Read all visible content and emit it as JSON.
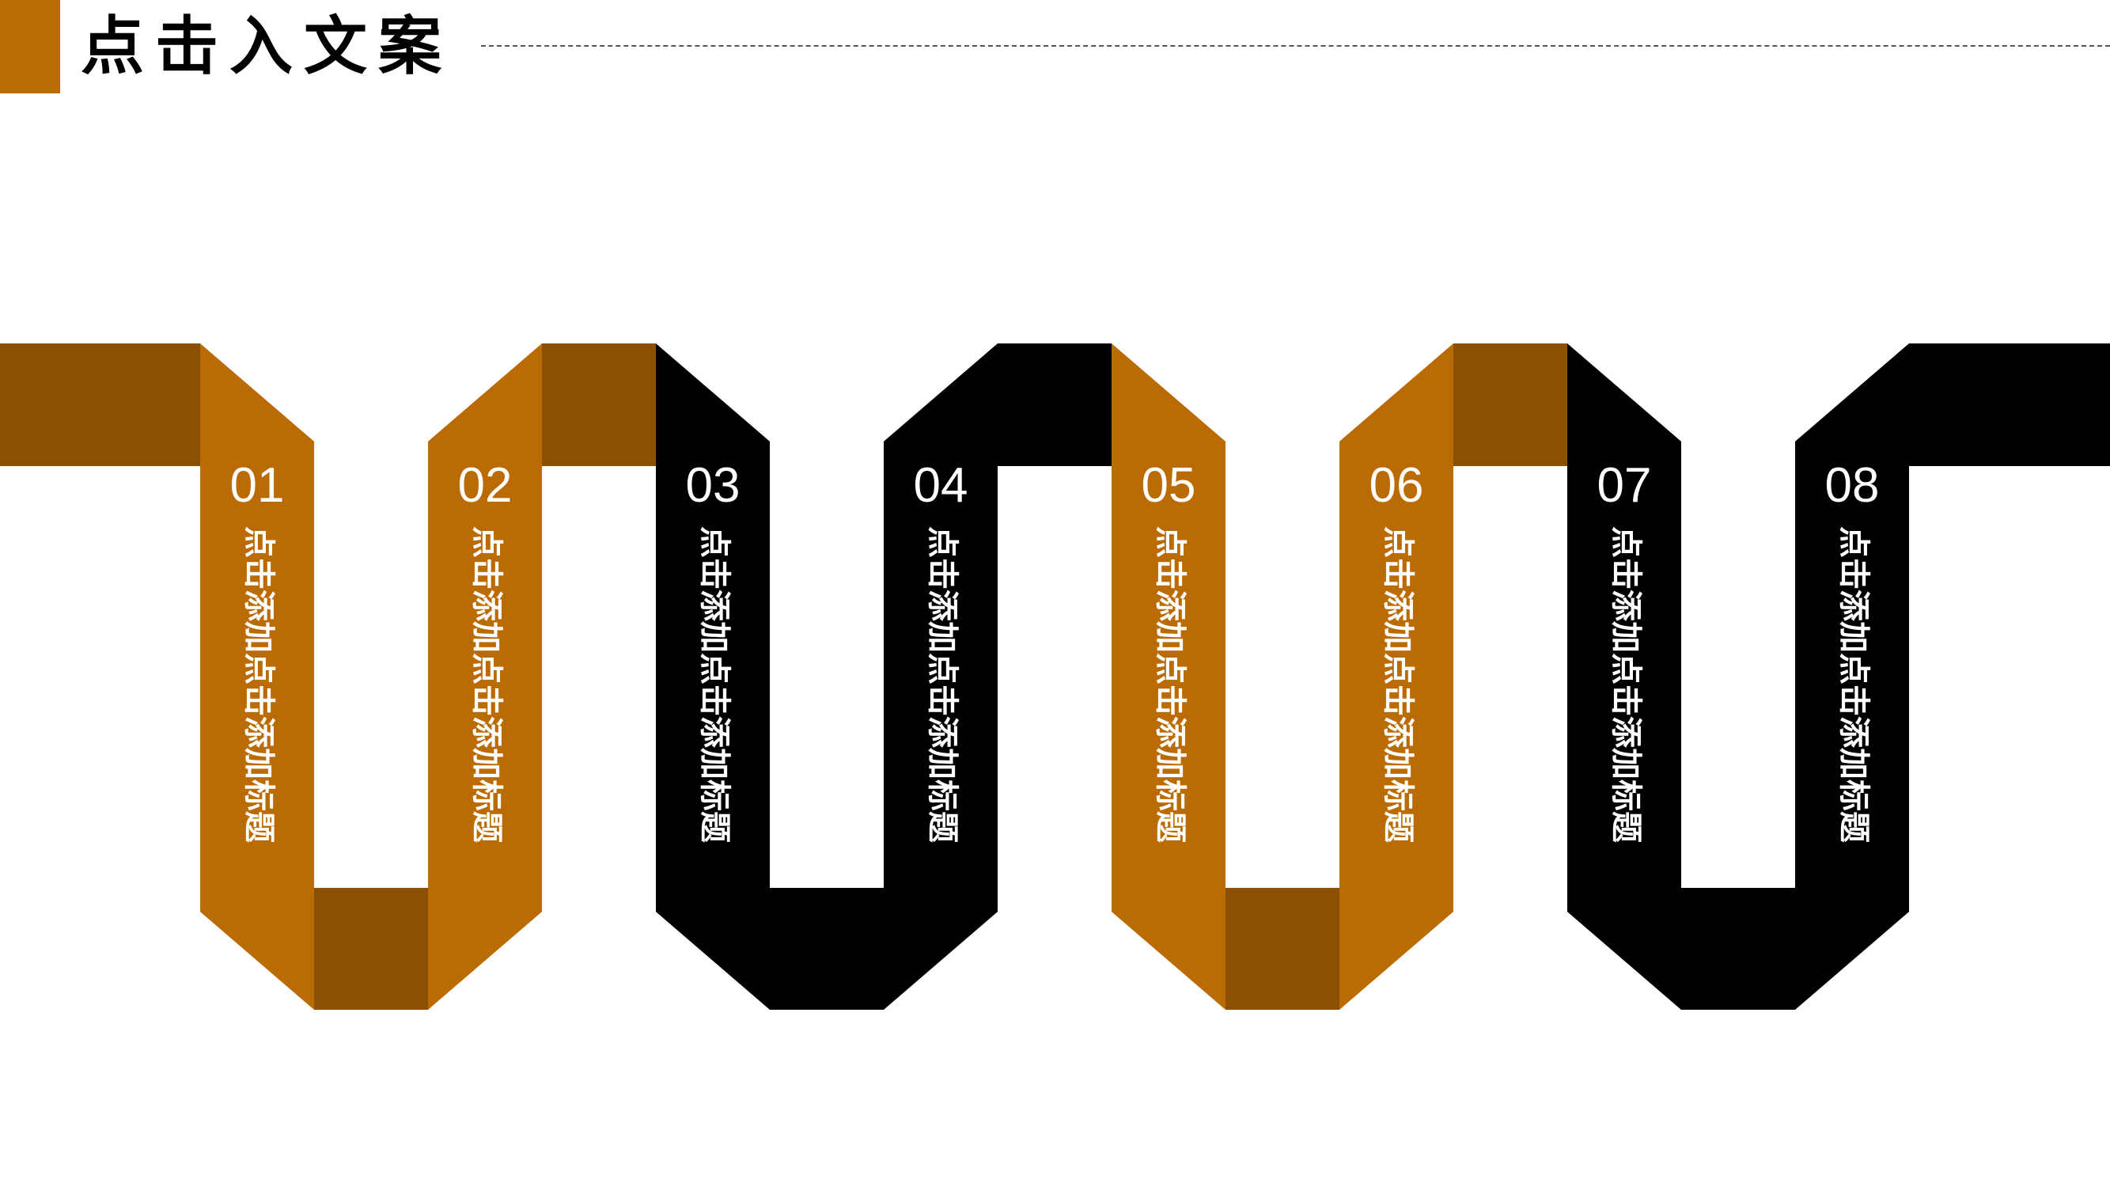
{
  "header": {
    "title": "点击入文案"
  },
  "colors": {
    "accent": "#BB6B04",
    "accent_dark": "#8C5002",
    "black": "#000000",
    "text_on_ribbon": "#FFFFFF",
    "rule": "#555555"
  },
  "steps": [
    {
      "number": "01",
      "label": "点击添加点击添加标题",
      "color": "accent"
    },
    {
      "number": "02",
      "label": "点击添加点击添加标题",
      "color": "accent"
    },
    {
      "number": "03",
      "label": "点击添加点击添加标题",
      "color": "black"
    },
    {
      "number": "04",
      "label": "点击添加点击添加标题",
      "color": "black"
    },
    {
      "number": "05",
      "label": "点击添加点击添加标题",
      "color": "accent"
    },
    {
      "number": "06",
      "label": "点击添加点击添加标题",
      "color": "accent"
    },
    {
      "number": "07",
      "label": "点击添加点击添加标题",
      "color": "black"
    },
    {
      "number": "08",
      "label": "点击添加点击添加标题",
      "color": "black"
    }
  ]
}
